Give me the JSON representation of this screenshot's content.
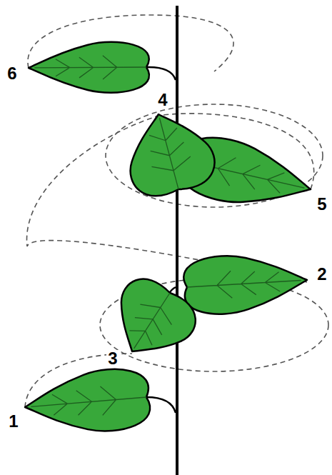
{
  "diagram": {
    "labels": [
      "6",
      "4",
      "5",
      "2",
      "3",
      "1"
    ]
  }
}
